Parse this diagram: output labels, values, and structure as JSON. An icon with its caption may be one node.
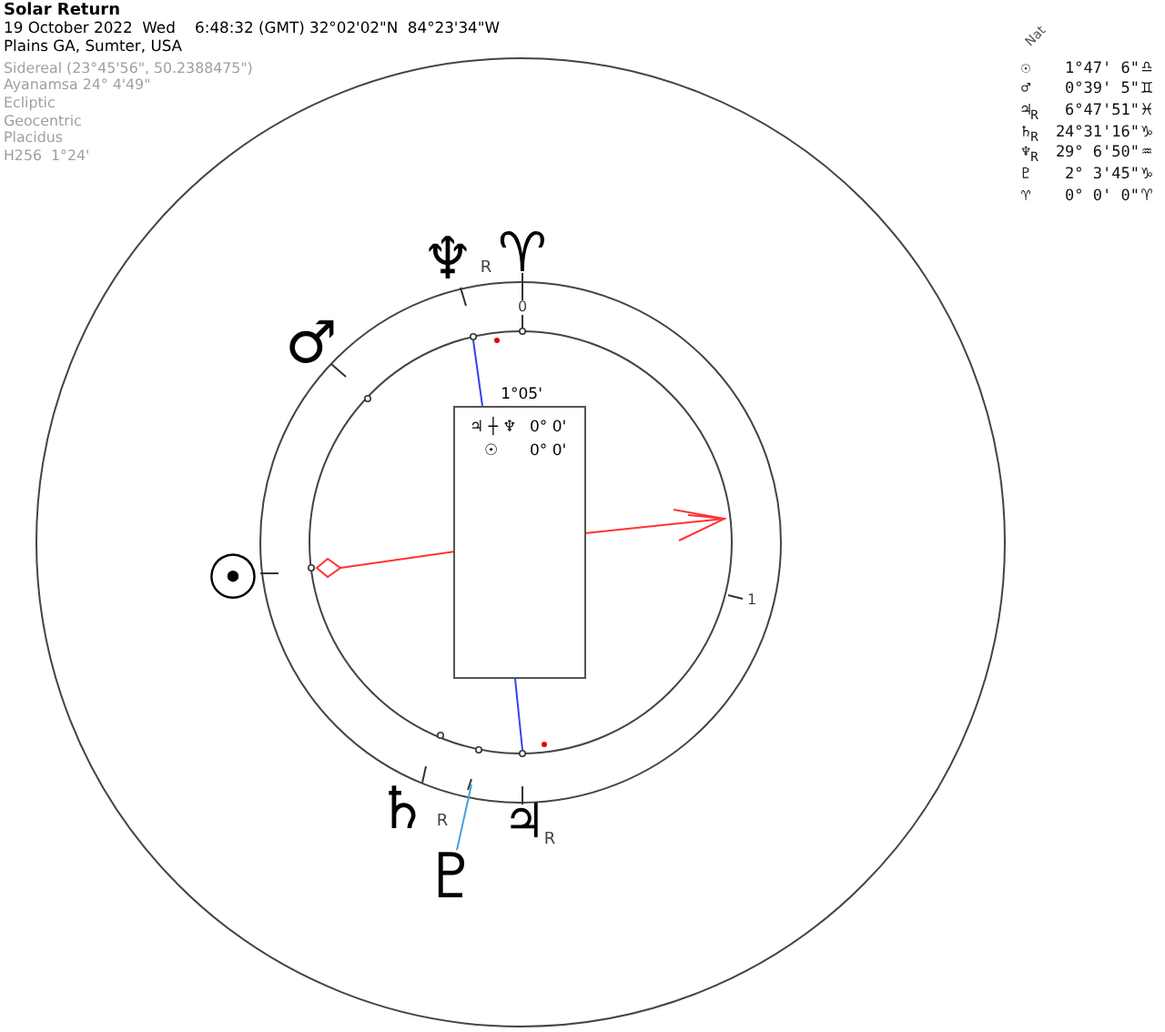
{
  "diagram": {
    "title": "Solar Return",
    "nodes": [
      {
        "text": [
          "♃ ┼ ♆",
          "0° 0'",
          "☉",
          "0° 0'"
        ],
        "beside": [
          "1°05'"
        ]
      }
    ],
    "labels": [
      "19 October 2022  Wed    6:48:32 (GMT) 32°02'02\"N  84°23'34\"W",
      "Plains GA, Sumter, USA",
      "Sidereal (23°45'56\", 50.2388475\")",
      "Ayanamsa 24° 4'49\"",
      "Ecliptic",
      "Geocentric",
      "Placidus",
      "H256  1°24'",
      "Nat",
      "☉",
      "1°47' 6\"",
      "♎",
      "♂",
      "0°39' 5\"",
      "♊",
      "♃$_{R}$",
      "6°47'51\"",
      "♓",
      "♄$_{R}$",
      "24°31'16\"",
      "♑",
      "♆$_{R}$",
      "29° 6'50\"",
      "♒",
      "♇",
      "2° 3'45\"",
      "♑",
      "♈",
      "0° 0' 0\"",
      "♈",
      "♆",
      "R",
      "♈",
      "0",
      "♂",
      "☉",
      "1",
      "♄",
      "R",
      "♃",
      "R",
      "♇"
    ]
  }
}
